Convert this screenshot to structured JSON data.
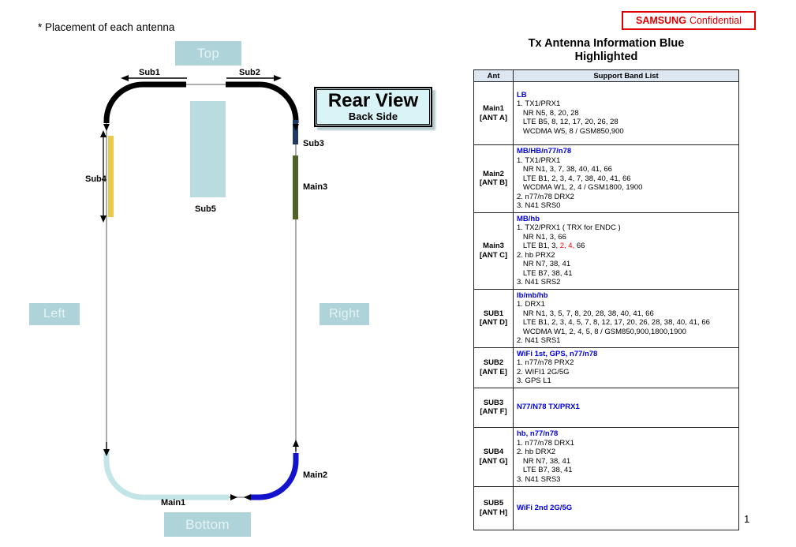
{
  "colors": {
    "blue": "#0000e0",
    "red": "#ff0000",
    "black": "#000000",
    "accent_box": "#aed3d8",
    "rear_view_bg": "#d8f4f6",
    "confidential_red": "#e00000",
    "sub3_bar": "#1f3864",
    "main3_bar": "#4f6228",
    "sub4_bar": "#ecc94e",
    "sub5_patch": "#b9dce0",
    "main1_arc": "#c4e5e8",
    "main2_arc": "#1313cd"
  },
  "header": {
    "confidential_brand": "SAMSUNG",
    "confidential_label": "Confidential",
    "page_number": "1"
  },
  "diagram": {
    "caption": "* Placement of each antenna",
    "rear_view_title": "Rear View",
    "rear_view_subtitle": "Back Side",
    "orientation": {
      "top": "Top",
      "bottom": "Bottom",
      "left": "Left",
      "right": "Right"
    },
    "antenna_labels": {
      "sub1": "Sub1",
      "sub2": "Sub2",
      "sub3": "Sub3",
      "sub4": "Sub4",
      "sub5": "Sub5",
      "main1": "Main1",
      "main2": "Main2",
      "main3": "Main3"
    }
  },
  "table": {
    "title_line1": "Tx Antenna Information Blue",
    "title_line2": "Highlighted",
    "headers": [
      "Ant",
      "Support Band List"
    ],
    "rows": [
      {
        "ant_name": "Main1",
        "ant_label": "[ANT A]",
        "lines": [
          [
            {
              "t": "LB",
              "c": "blue"
            }
          ],
          [
            {
              "t": "1. TX1/PRX1"
            }
          ],
          [
            {
              "t": "   NR N5, 8, 20, 28"
            }
          ],
          [
            {
              "t": "   LTE B5, 8, 12, 17, 20, 26, 28"
            }
          ],
          [
            {
              "t": "   WCDMA W5, 8 / GSM850,900"
            }
          ]
        ]
      },
      {
        "ant_name": "Main2",
        "ant_label": "[ANT B]",
        "lines": [
          [
            {
              "t": "MB/HB/n77/n78",
              "c": "blue"
            }
          ],
          [
            {
              "t": "1. TX1/PRX1"
            }
          ],
          [
            {
              "t": "   NR N1, 3, 7, 38, 40, 41, 66"
            }
          ],
          [
            {
              "t": "   LTE B1, 2, 3, 4, 7, 38, 40, 41, 66"
            }
          ],
          [
            {
              "t": "   WCDMA W1, 2, 4 / GSM1800, 1900"
            }
          ],
          [
            {
              "t": "2. n77/n78 DRX2"
            }
          ],
          [
            {
              "t": "3. N41 SRS0"
            }
          ]
        ]
      },
      {
        "ant_name": "Main3",
        "ant_label": "[ANT C]",
        "lines": [
          [
            {
              "t": "MB/hb",
              "c": "blue"
            }
          ],
          [
            {
              "t": "1. TX2/PRX1 ( TRX for ENDC )"
            }
          ],
          [
            {
              "t": "   NR N1, 3, 66"
            }
          ],
          [
            {
              "t": "   LTE B1, 3, "
            },
            {
              "t": "2, 4,",
              "c": "red"
            },
            {
              "t": " 66"
            }
          ],
          [
            {
              "t": "2. hb PRX2"
            }
          ],
          [
            {
              "t": "   NR N7, 38, 41"
            }
          ],
          [
            {
              "t": "   LTE B7, 38, 41"
            }
          ],
          [
            {
              "t": "3. N41 SRS2"
            }
          ]
        ]
      },
      {
        "ant_name": "SUB1",
        "ant_label": "[ANT D]",
        "lines": [
          [
            {
              "t": "lb/mb/hb",
              "c": "blue"
            }
          ],
          [
            {
              "t": "1. DRX1"
            }
          ],
          [
            {
              "t": "   NR N1, 3, 5, 7, 8, 20, 28, 38, 40, 41, 66"
            }
          ],
          [
            {
              "t": "   LTE B1, 2, 3, 4, 5, 7, 8, 12, 17, 20, 26, 28, 38, 40, 41, 66"
            }
          ],
          [
            {
              "t": "   WCDMA W1, 2, 4, 5, 8 / GSM850,900,1800,1900"
            }
          ],
          [
            {
              "t": "2. N41 SRS1"
            }
          ]
        ]
      },
      {
        "ant_name": "SUB2",
        "ant_label": "[ANT E]",
        "lines": [
          [
            {
              "t": "WiFi 1st, GPS, n77/n78",
              "c": "blue"
            }
          ],
          [
            {
              "t": "1. n77/n78 PRX2"
            }
          ],
          [
            {
              "t": "2. WIFI1 2G/5G"
            }
          ],
          [
            {
              "t": "3. GPS L1"
            }
          ]
        ]
      },
      {
        "ant_name": "SUB3",
        "ant_label": "[ANT F]",
        "lines": [
          [
            {
              "t": "N77/N78 TX/PRX1",
              "c": "blue"
            }
          ]
        ]
      },
      {
        "ant_name": "SUB4",
        "ant_label": "[ANT G]",
        "lines": [
          [
            {
              "t": "hb, n77/n78",
              "c": "blue"
            }
          ],
          [
            {
              "t": "1. n77/n78 DRX1"
            }
          ],
          [
            {
              "t": "2. hb DRX2"
            }
          ],
          [
            {
              "t": "   NR N7, 38, 41"
            }
          ],
          [
            {
              "t": "   LTE B7, 38, 41"
            }
          ],
          [
            {
              "t": "3. N41 SRS3"
            }
          ]
        ]
      },
      {
        "ant_name": "SUB5",
        "ant_label": "[ANT H]",
        "lines": [
          [
            {
              "t": "WiFi 2nd 2G/5G",
              "c": "blue"
            }
          ]
        ]
      }
    ]
  }
}
